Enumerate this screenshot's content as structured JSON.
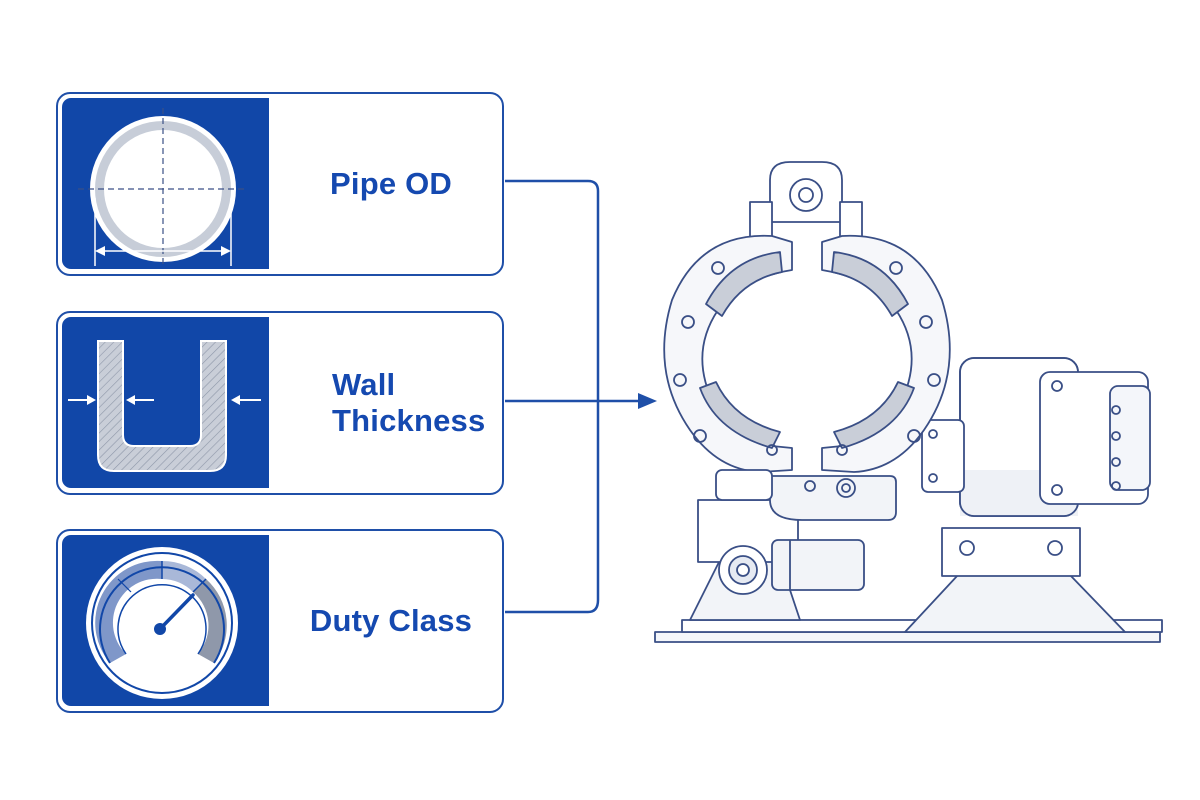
{
  "inputs": [
    {
      "label": "Pipe OD",
      "icon": "pipe-cross-section-icon"
    },
    {
      "label": "Wall Thickness",
      "icon": "wall-thickness-profile-icon"
    },
    {
      "label": "Duty Class",
      "icon": "gauge-icon"
    }
  ],
  "target": {
    "icon": "pipe-clamp-machine-illustration"
  },
  "colors": {
    "primary": "#1147a8",
    "border": "#1f4fa8",
    "text": "#1549b0",
    "drawing_line": "#3a4f86"
  }
}
